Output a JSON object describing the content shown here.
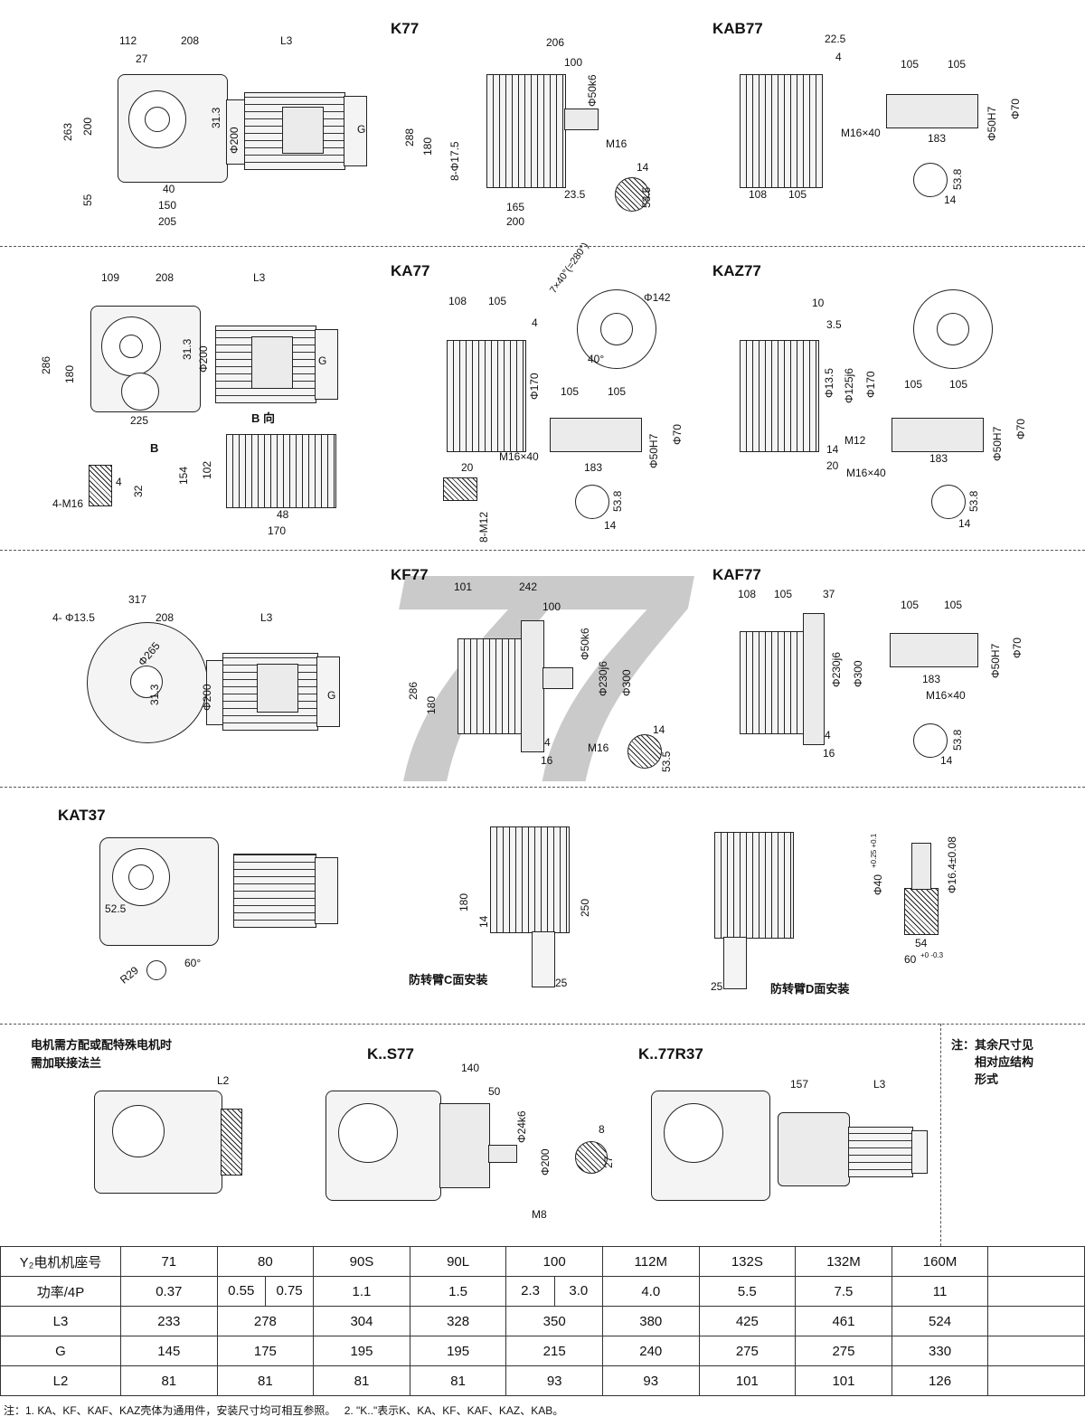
{
  "titles": {
    "k77": "K77",
    "kab77": "KAB77",
    "ka77": "KA77",
    "kaz77": "KAZ77",
    "kf77": "KF77",
    "kaf77": "KAF77",
    "kat37": "KAT37",
    "ks77": "K..S77",
    "k77r37": "K..77R37",
    "b_view": "B 向",
    "b_label": "B"
  },
  "watermark": "77",
  "dims_row1": {
    "d112": "112",
    "d208": "208",
    "l3": "L3",
    "d27": "27",
    "d263": "263",
    "d200": "200",
    "d313": "31.3",
    "phi200": "Φ200",
    "g": "G",
    "d40": "40",
    "d150": "150",
    "d205": "205",
    "d55": "55",
    "d206": "206",
    "d100": "100",
    "phi50k6": "Φ50k6",
    "d288": "288",
    "d180": "180",
    "phi175": "8-Φ17.5",
    "m16": "M16",
    "d14": "14",
    "d535": "53.5",
    "d165": "165",
    "d235": "23.5",
    "d200b": "200",
    "d225": "22.5",
    "d4": "4",
    "d105a": "105",
    "d105b": "105",
    "m16x40": "M16×40",
    "phi50h7": "Φ50H7",
    "phi70": "Φ70",
    "d183": "183",
    "d108": "108",
    "d105c": "105",
    "d538": "53.8",
    "d14b": "14"
  },
  "dims_row2": {
    "d109": "109",
    "d208": "208",
    "l3": "L3",
    "d286": "286",
    "d180": "180",
    "d313": "31.3",
    "phi200": "Φ200",
    "g": "G",
    "d225": "225",
    "d154": "154",
    "d102": "102",
    "d48": "48",
    "d170": "170",
    "d4": "4",
    "d32": "32",
    "m16": "4-M16",
    "d108": "108",
    "d105": "105",
    "d4b": "4",
    "phi170": "Φ170",
    "angle": "7×40°(=280°)",
    "phi142": "Φ142",
    "d40": "40°",
    "d105a": "105",
    "d105b": "105",
    "m16x40": "M16×40",
    "d183": "183",
    "phi50h7": "Φ50H7",
    "phi70": "Φ70",
    "d20": "20",
    "m12": "8-M12",
    "d538": "53.8",
    "d14": "14",
    "d10": "10",
    "d35": "3.5",
    "phi135": "Φ13.5",
    "phi125": "Φ125j6",
    "phi170b": "Φ170",
    "m12b": "M12",
    "d14b": "14",
    "d20b": "20",
    "m16x40b": "M16×40",
    "d183b": "183",
    "d105c": "105",
    "d105d": "105",
    "phi50h7b": "Φ50H7",
    "phi70b": "Φ70",
    "d538b": "53.8",
    "d14c": "14"
  },
  "dims_row3": {
    "d317": "317",
    "phi135": "4- Φ13.5",
    "d208": "208",
    "l3": "L3",
    "phi265": "Φ265",
    "d313": "31.3",
    "phi200": "Φ200",
    "g": "G",
    "d101": "101",
    "d242": "242",
    "d100": "100",
    "phi50k6": "Φ50k6",
    "phi230": "Φ230j6",
    "phi300": "Φ300",
    "d286": "286",
    "d180": "180",
    "d4": "4",
    "d16": "16",
    "m16": "M16",
    "d14": "14",
    "d535": "53.5",
    "d108": "108",
    "d105": "105",
    "d37": "37",
    "phi230b": "Φ230j6",
    "phi300b": "Φ300",
    "d4b": "4",
    "d16b": "16",
    "d105a": "105",
    "d105b": "105",
    "d183": "183",
    "m16x40": "M16×40",
    "phi50h7": "Φ50H7",
    "phi70": "Φ70",
    "d538": "53.8",
    "d14b": "14"
  },
  "dims_row4": {
    "d525": "52.5",
    "r29": "R29",
    "d60deg": "60°",
    "d180": "180",
    "d14": "14",
    "d250": "250",
    "d25": "25",
    "c_mount": "防转臂C面安装",
    "d25b": "25",
    "d_mount": "防转臂D面安装",
    "phi40": "Φ40",
    "tol40": "+0.25 +0.1",
    "d164": "Φ16.4±0.08",
    "d54": "54",
    "d60": "60",
    "tol60": "+0 -0.3"
  },
  "dims_row5": {
    "note": "电机需方配或配特殊电机时\n需加联接法兰",
    "l2": "L2",
    "d140": "140",
    "d50": "50",
    "phi24k6": "Φ24k6",
    "phi200": "Φ200",
    "m8": "M8",
    "d8": "8",
    "d27": "27",
    "d157": "157",
    "l3": "L3"
  },
  "sidenote": "注：其余尺寸见\n　　相对应结构\n　　形式",
  "table": {
    "rows": [
      {
        "label": "Y₂电机机座号",
        "cells": [
          [
            "71"
          ],
          [
            "80"
          ],
          [
            "90S"
          ],
          [
            "90L"
          ],
          [
            "100"
          ],
          [
            "112M"
          ],
          [
            "132S"
          ],
          [
            "132M"
          ],
          [
            "160M"
          ],
          [
            ""
          ]
        ]
      },
      {
        "label": "功率/4P",
        "cells": [
          [
            "0.37"
          ],
          [
            "0.55",
            "0.75"
          ],
          [
            "1.1"
          ],
          [
            "1.5"
          ],
          [
            "2.3",
            "3.0"
          ],
          [
            "4.0"
          ],
          [
            "5.5"
          ],
          [
            "7.5"
          ],
          [
            "11"
          ],
          [
            ""
          ]
        ]
      },
      {
        "label": "L3",
        "cells": [
          [
            "233"
          ],
          [
            "278"
          ],
          [
            "304"
          ],
          [
            "328"
          ],
          [
            "350"
          ],
          [
            "380"
          ],
          [
            "425"
          ],
          [
            "461"
          ],
          [
            "524"
          ],
          [
            ""
          ]
        ]
      },
      {
        "label": "G",
        "cells": [
          [
            "145"
          ],
          [
            "175"
          ],
          [
            "195"
          ],
          [
            "195"
          ],
          [
            "215"
          ],
          [
            "240"
          ],
          [
            "275"
          ],
          [
            "275"
          ],
          [
            "330"
          ],
          [
            ""
          ]
        ]
      },
      {
        "label": "L2",
        "cells": [
          [
            "81"
          ],
          [
            "81"
          ],
          [
            "81"
          ],
          [
            "81"
          ],
          [
            "93"
          ],
          [
            "93"
          ],
          [
            "101"
          ],
          [
            "101"
          ],
          [
            "126"
          ],
          [
            ""
          ]
        ]
      }
    ]
  },
  "footnote": "注：1. KA、KF、KAF、KAZ壳体为通用件，安装尺寸均可相互参照。　 2. \"K..\"表示K、KA、KF、KAF、KAZ、KAB。"
}
